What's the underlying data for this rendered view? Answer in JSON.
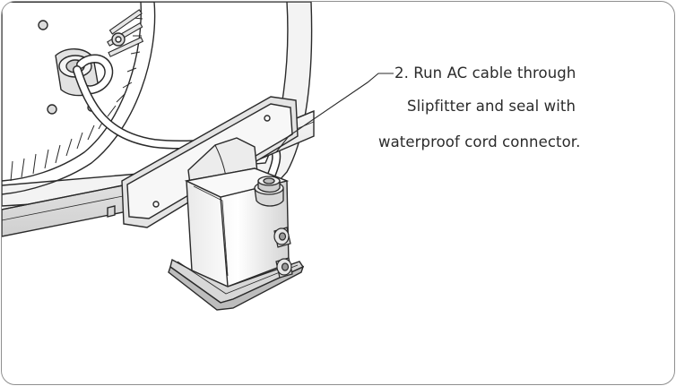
{
  "instruction": {
    "lines": [
      "2. Run AC cable through",
      "Slipfitter and seal with",
      "waterproof cord connector."
    ]
  },
  "colors": {
    "border": "#8f8f8f",
    "line_art": "#2a2a2a",
    "shade": "#d9d9d9",
    "text": "#2b2b2b"
  },
  "icons": [
    "fixture-housing",
    "yoke-arm",
    "slipfitter-mount",
    "ac-cable",
    "cord-connector",
    "set-screw"
  ]
}
